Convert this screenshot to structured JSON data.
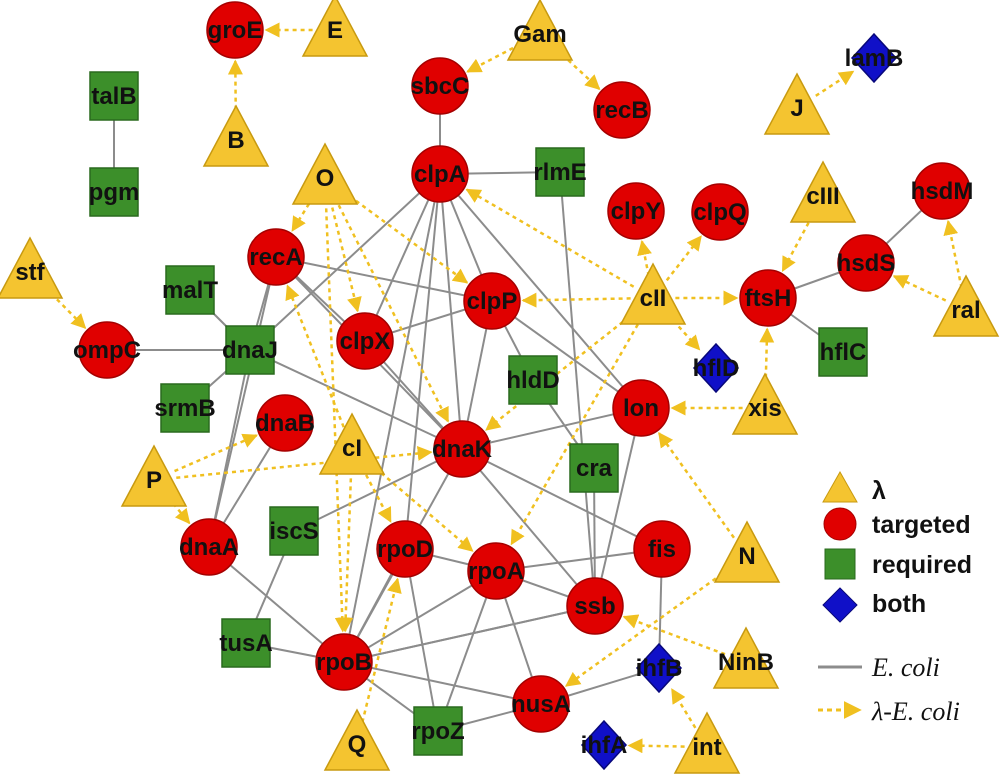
{
  "colors": {
    "lambda": "#f4c430",
    "lambda_stroke": "#c89a10",
    "targeted": "#e00000",
    "targeted_stroke": "#a50000",
    "required": "#3c8f2a",
    "required_stroke": "#2a6a1e",
    "both": "#1010c8",
    "both_stroke": "#08087a",
    "ecoli_edge": "#8c8c8c",
    "lambda_edge": "#f0c020"
  },
  "nodes": [
    {
      "id": "groE",
      "label": "groE",
      "type": "targeted"
    },
    {
      "id": "E",
      "label": "E",
      "type": "lambda"
    },
    {
      "id": "B",
      "label": "B",
      "type": "lambda"
    },
    {
      "id": "Gam",
      "label": "Gam",
      "type": "lambda"
    },
    {
      "id": "sbcC",
      "label": "sbcC",
      "type": "targeted"
    },
    {
      "id": "recB",
      "label": "recB",
      "type": "targeted"
    },
    {
      "id": "lamB",
      "label": "lamB",
      "type": "both"
    },
    {
      "id": "J",
      "label": "J",
      "type": "lambda"
    },
    {
      "id": "talB",
      "label": "talB",
      "type": "required"
    },
    {
      "id": "pgm",
      "label": "pgm",
      "type": "required"
    },
    {
      "id": "O",
      "label": "O",
      "type": "lambda"
    },
    {
      "id": "clpA",
      "label": "clpA",
      "type": "targeted"
    },
    {
      "id": "rlmE",
      "label": "rlmE",
      "type": "required"
    },
    {
      "id": "clpY",
      "label": "clpY",
      "type": "targeted"
    },
    {
      "id": "clpQ",
      "label": "clpQ",
      "type": "targeted"
    },
    {
      "id": "cIII",
      "label": "cIII",
      "type": "lambda"
    },
    {
      "id": "hsdM",
      "label": "hsdM",
      "type": "targeted"
    },
    {
      "id": "hsdS",
      "label": "hsdS",
      "type": "targeted"
    },
    {
      "id": "ral",
      "label": "ral",
      "type": "lambda"
    },
    {
      "id": "stf",
      "label": "stf",
      "type": "lambda"
    },
    {
      "id": "recA",
      "label": "recA",
      "type": "targeted"
    },
    {
      "id": "malT",
      "label": "malT",
      "type": "required"
    },
    {
      "id": "clpP",
      "label": "clpP",
      "type": "targeted"
    },
    {
      "id": "cII",
      "label": "cII",
      "type": "lambda"
    },
    {
      "id": "ftsH",
      "label": "ftsH",
      "type": "targeted"
    },
    {
      "id": "ompC",
      "label": "ompC",
      "type": "targeted"
    },
    {
      "id": "dnaJ",
      "label": "dnaJ",
      "type": "required"
    },
    {
      "id": "clpX",
      "label": "clpX",
      "type": "targeted"
    },
    {
      "id": "hflD",
      "label": "hflD",
      "type": "both"
    },
    {
      "id": "hflC",
      "label": "hflC",
      "type": "required"
    },
    {
      "id": "hldD",
      "label": "hldD",
      "type": "required"
    },
    {
      "id": "srmB",
      "label": "srmB",
      "type": "required"
    },
    {
      "id": "dnaB",
      "label": "dnaB",
      "type": "targeted"
    },
    {
      "id": "lon",
      "label": "lon",
      "type": "targeted"
    },
    {
      "id": "xis",
      "label": "xis",
      "type": "lambda"
    },
    {
      "id": "cI",
      "label": "cI",
      "type": "lambda"
    },
    {
      "id": "dnaK",
      "label": "dnaK",
      "type": "targeted"
    },
    {
      "id": "P",
      "label": "P",
      "type": "lambda"
    },
    {
      "id": "cra",
      "label": "cra",
      "type": "required"
    },
    {
      "id": "dnaA",
      "label": "dnaA",
      "type": "targeted"
    },
    {
      "id": "iscS",
      "label": "iscS",
      "type": "required"
    },
    {
      "id": "fis",
      "label": "fis",
      "type": "targeted"
    },
    {
      "id": "N",
      "label": "N",
      "type": "lambda"
    },
    {
      "id": "rpoD",
      "label": "rpoD",
      "type": "targeted"
    },
    {
      "id": "rpoA",
      "label": "rpoA",
      "type": "targeted"
    },
    {
      "id": "ssb",
      "label": "ssb",
      "type": "targeted"
    },
    {
      "id": "tusA",
      "label": "tusA",
      "type": "required"
    },
    {
      "id": "rpoB",
      "label": "rpoB",
      "type": "targeted"
    },
    {
      "id": "ihfB",
      "label": "ihfB",
      "type": "both"
    },
    {
      "id": "NinB",
      "label": "NinB",
      "type": "lambda"
    },
    {
      "id": "nusA",
      "label": "nusA",
      "type": "targeted"
    },
    {
      "id": "Q",
      "label": "Q",
      "type": "lambda"
    },
    {
      "id": "rpoZ",
      "label": "rpoZ",
      "type": "required"
    },
    {
      "id": "ihfA",
      "label": "ihfA",
      "type": "both"
    },
    {
      "id": "int",
      "label": "int",
      "type": "lambda"
    }
  ],
  "edges_ecoli": [
    [
      "talB",
      "pgm"
    ],
    [
      "sbcC",
      "clpA"
    ],
    [
      "clpA",
      "rlmE"
    ],
    [
      "clpA",
      "clpP"
    ],
    [
      "clpA",
      "clpX"
    ],
    [
      "clpA",
      "dnaK"
    ],
    [
      "clpA",
      "lon"
    ],
    [
      "clpA",
      "rpoD"
    ],
    [
      "clpA",
      "rpoB"
    ],
    [
      "clpA",
      "dnaJ"
    ],
    [
      "rlmE",
      "ssb"
    ],
    [
      "recA",
      "dnaJ"
    ],
    [
      "recA",
      "clpP"
    ],
    [
      "recA",
      "clpX"
    ],
    [
      "recA",
      "dnaK"
    ],
    [
      "recA",
      "dnaA"
    ],
    [
      "malT",
      "dnaJ"
    ],
    [
      "ompC",
      "dnaJ"
    ],
    [
      "dnaJ",
      "srmB"
    ],
    [
      "dnaJ",
      "dnaK"
    ],
    [
      "dnaJ",
      "dnaA"
    ],
    [
      "clpX",
      "clpP"
    ],
    [
      "clpX",
      "dnaK"
    ],
    [
      "clpP",
      "dnaK"
    ],
    [
      "clpP",
      "lon"
    ],
    [
      "hldD",
      "cra"
    ],
    [
      "hldD",
      "clpP"
    ],
    [
      "ftsH",
      "hsdS"
    ],
    [
      "ftsH",
      "hflC"
    ],
    [
      "hsdS",
      "hsdM"
    ],
    [
      "dnaB",
      "dnaA"
    ],
    [
      "dnaK",
      "lon"
    ],
    [
      "dnaK",
      "iscS"
    ],
    [
      "dnaK",
      "fis"
    ],
    [
      "dnaK",
      "ssb"
    ],
    [
      "dnaK",
      "rpoB"
    ],
    [
      "cra",
      "ssb"
    ],
    [
      "lon",
      "ssb"
    ],
    [
      "dnaA",
      "rpoB"
    ],
    [
      "iscS",
      "tusA"
    ],
    [
      "rpoD",
      "rpoB"
    ],
    [
      "rpoD",
      "rpoA"
    ],
    [
      "rpoD",
      "rpoZ"
    ],
    [
      "rpoA",
      "rpoB"
    ],
    [
      "rpoA",
      "ssb"
    ],
    [
      "rpoA",
      "rpoZ"
    ],
    [
      "rpoA",
      "nusA"
    ],
    [
      "rpoA",
      "fis"
    ],
    [
      "fis",
      "ihfB"
    ],
    [
      "ssb",
      "rpoB"
    ],
    [
      "tusA",
      "rpoB"
    ],
    [
      "rpoB",
      "nusA"
    ],
    [
      "rpoB",
      "rpoZ"
    ],
    [
      "rpoB",
      "ssb"
    ],
    [
      "nusA",
      "rpoZ"
    ],
    [
      "nusA",
      "ihfB"
    ]
  ],
  "edges_lambda": [
    [
      "E",
      "groE"
    ],
    [
      "B",
      "groE"
    ],
    [
      "Gam",
      "sbcC"
    ],
    [
      "Gam",
      "recB"
    ],
    [
      "J",
      "lamB"
    ],
    [
      "O",
      "clpX"
    ],
    [
      "O",
      "clpP"
    ],
    [
      "O",
      "dnaK"
    ],
    [
      "O",
      "recA"
    ],
    [
      "O",
      "rpoB"
    ],
    [
      "stf",
      "ompC"
    ],
    [
      "cII",
      "clpP"
    ],
    [
      "cII",
      "clpY"
    ],
    [
      "cII",
      "clpQ"
    ],
    [
      "cII",
      "ftsH"
    ],
    [
      "cII",
      "hflD"
    ],
    [
      "cII",
      "clpA"
    ],
    [
      "cII",
      "dnaK"
    ],
    [
      "cII",
      "rpoA"
    ],
    [
      "cIII",
      "ftsH"
    ],
    [
      "ral",
      "hsdS"
    ],
    [
      "ral",
      "hsdM"
    ],
    [
      "xis",
      "lon"
    ],
    [
      "xis",
      "ftsH"
    ],
    [
      "P",
      "dnaB"
    ],
    [
      "P",
      "dnaK"
    ],
    [
      "P",
      "dnaA"
    ],
    [
      "cI",
      "rpoD"
    ],
    [
      "cI",
      "recA"
    ],
    [
      "cI",
      "rpoB"
    ],
    [
      "cI",
      "rpoA"
    ],
    [
      "N",
      "lon"
    ],
    [
      "N",
      "nusA"
    ],
    [
      "NinB",
      "ssb"
    ],
    [
      "Q",
      "rpoD"
    ],
    [
      "int",
      "ihfB"
    ],
    [
      "int",
      "ihfA"
    ]
  ],
  "legend": {
    "lambda": "λ",
    "targeted": "targeted",
    "required": "required",
    "both": "both",
    "ecoli": "E. coli",
    "lambda_ecoli": "λ-E. coli"
  }
}
